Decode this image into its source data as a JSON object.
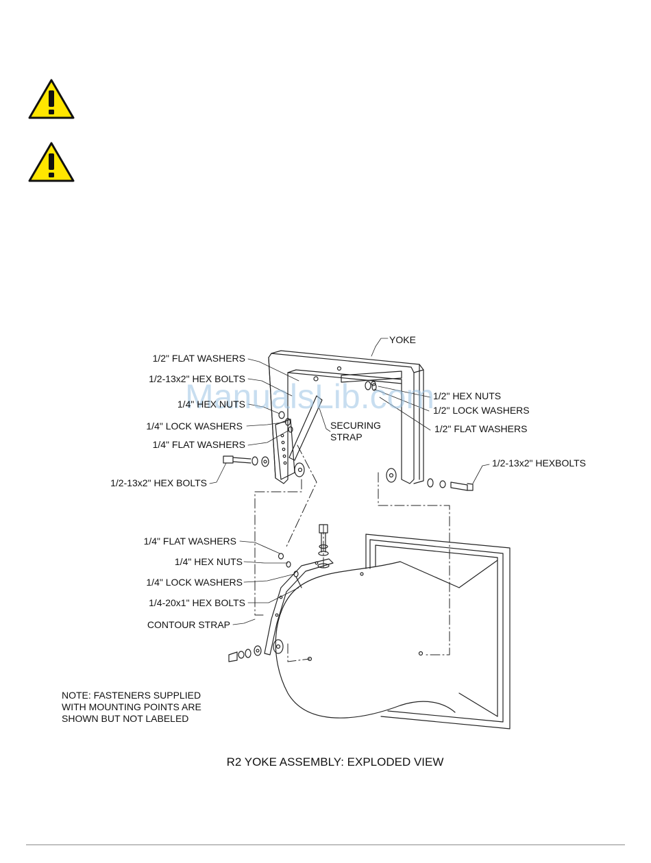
{
  "warnings": [
    {
      "icon": "warning-triangle-icon",
      "color": "#ffe600"
    },
    {
      "icon": "warning-triangle-icon",
      "color": "#ffe600"
    }
  ],
  "watermark": "ManualsLib.com",
  "labels": {
    "yoke": "YOKE",
    "flat_washers_half_top": "1/2\" FLAT WASHERS",
    "hex_bolts_half_top": "1/2-13x2\" HEX BOLTS",
    "hex_nuts_quarter_top": "1/4\" HEX NUTS",
    "lock_washers_quarter_top": "1/4\" LOCK WASHERS",
    "flat_washers_quarter_top": "1/4\" FLAT WASHERS",
    "securing_strap_1": "SECURING",
    "securing_strap_2": "STRAP",
    "hex_nuts_half_right": "1/2\" HEX NUTS",
    "lock_washers_half_right": "1/2\" LOCK WASHERS",
    "flat_washers_half_right": "1/2\" FLAT WASHERS",
    "hexbolts_half_right": "1/2-13x2\" HEXBOLTS",
    "hex_bolts_half_left": "1/2-13x2\" HEX BOLTS",
    "flat_washers_quarter_low": "1/4\" FLAT WASHERS",
    "hex_nuts_quarter_low": "1/4\" HEX NUTS",
    "lock_washers_quarter_low": "1/4\" LOCK WASHERS",
    "hex_bolts_quarter_low": "1/4-20x1\" HEX BOLTS",
    "contour_strap": "CONTOUR STRAP"
  },
  "note": {
    "line1": "NOTE: FASTENERS SUPPLIED",
    "line2": "WITH MOUNTING POINTS ARE",
    "line3": "SHOWN BUT NOT LABELED"
  },
  "caption": "R2 YOKE ASSEMBLY: EXPLODED VIEW"
}
